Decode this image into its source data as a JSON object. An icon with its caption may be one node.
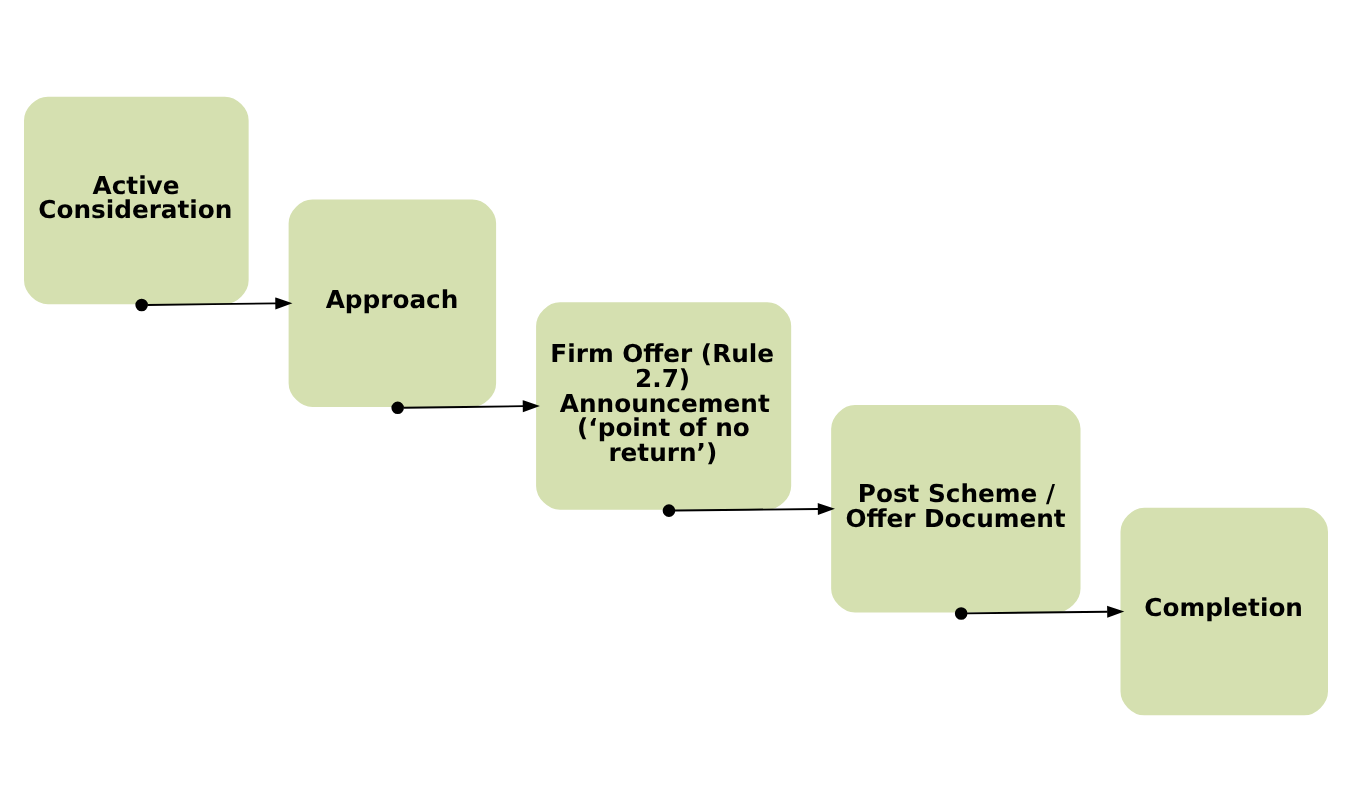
{
  "diagram": {
    "nodes": [
      {
        "text": [
          "Active Consideration"
        ]
      },
      {
        "text": [
          "Approach"
        ]
      },
      {
        "text": [
          "Firm Offer (Rule 2.7) Announcement (‘point of no return’)"
        ]
      },
      {
        "text": [
          "Post Scheme / Offer Document"
        ]
      },
      {
        "text": [
          "Completion"
        ]
      }
    ],
    "edges": [
      {
        "from": 0,
        "to": 1,
        "arrow": "to"
      },
      {
        "from": 1,
        "to": 2,
        "arrow": "to"
      },
      {
        "from": 2,
        "to": 3,
        "arrow": "to"
      },
      {
        "from": 3,
        "to": 4,
        "arrow": "to"
      }
    ]
  }
}
